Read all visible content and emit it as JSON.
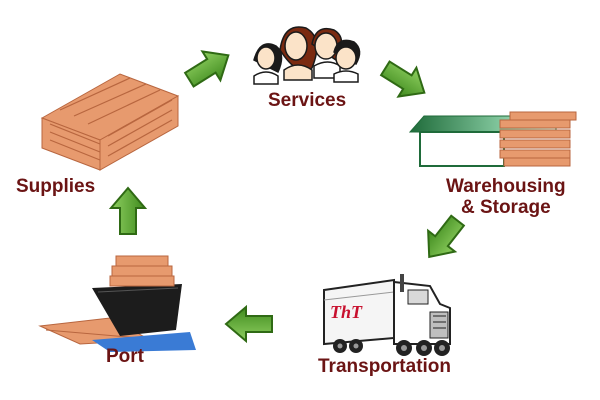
{
  "diagram": {
    "nodes": [
      {
        "id": "services",
        "label": "Services",
        "icon": "people-group-icon"
      },
      {
        "id": "warehousing",
        "label_line1": "Warehousing",
        "label_line2": "& Storage",
        "icon": "warehouse-icon"
      },
      {
        "id": "transportation",
        "label": "Transportation",
        "icon": "truck-icon",
        "truck_logo": "ThT"
      },
      {
        "id": "port",
        "label": "Port",
        "icon": "ship-icon"
      },
      {
        "id": "supplies",
        "label": "Supplies",
        "icon": "wood-crate-icon"
      }
    ],
    "flow": [
      "services",
      "warehousing",
      "transportation",
      "port",
      "supplies",
      "services"
    ],
    "colors": {
      "label": "#6b1414",
      "arrow_fill": "#5aa02c",
      "arrow_stroke": "#2f6a14",
      "wood": "#e79a6e",
      "wood_dark": "#b8663f",
      "warehouse": "#2e8a4c",
      "water": "#3a7bd5",
      "hull": "#1c1c1c"
    }
  }
}
